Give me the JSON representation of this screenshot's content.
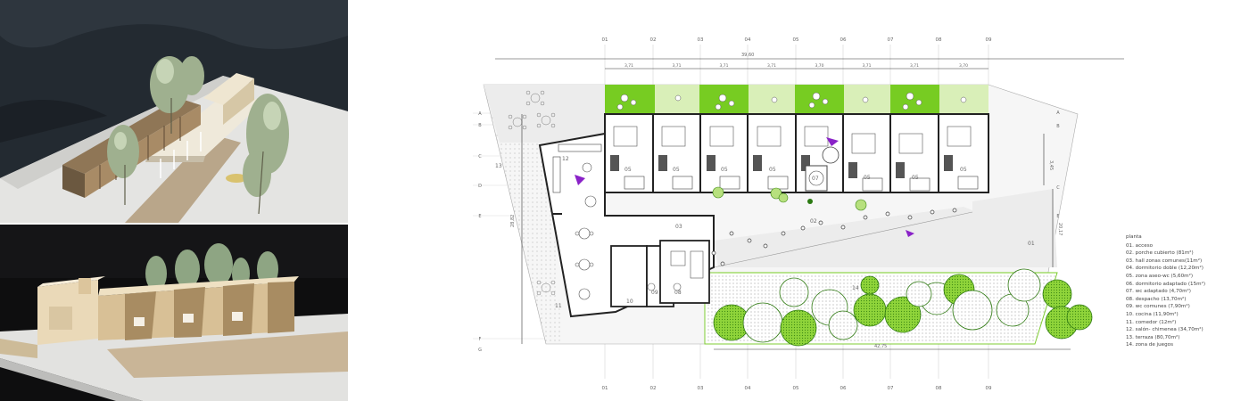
{
  "plan": {
    "grid_top": [
      "01",
      "02",
      "03",
      "04",
      "05",
      "06",
      "07",
      "08",
      "09"
    ],
    "grid_bottom": [
      "01",
      "02",
      "03",
      "04",
      "05",
      "06",
      "07",
      "08",
      "09"
    ],
    "left_letters": [
      "A",
      "B",
      "C",
      "D",
      "E",
      "F",
      "G"
    ],
    "right_letters": [
      "A",
      "B",
      "C",
      "E"
    ],
    "overall_width": "39,60",
    "bay_widths": [
      "3,71",
      "3,71",
      "3,71",
      "3,71",
      "3,70",
      "3,71",
      "3,71",
      "3,70"
    ],
    "bottom_dim": "42,75",
    "right_dim_upper": "3,45",
    "right_dim_lower": "20,17",
    "left_dim": "28,82",
    "room_labels": {
      "unit": "05",
      "wc": "07",
      "covered_porch": "02",
      "hall": "03",
      "play": "14",
      "terrace": "13",
      "lounge": "12",
      "dining": "11",
      "kitchen": "10",
      "wc_common": "09",
      "office": "08",
      "access": "01"
    }
  },
  "legend": {
    "title": "planta",
    "items": [
      "01. acceso",
      "02. porche cubierto (81m²)",
      "03. hall zonas comunes(11m²)",
      "04. dormitorio doble (12,20m²)",
      "05. zona aseo-wc (5,60m²)",
      "06. dormitorio adaptado (15m²)",
      "07. wc adaptado (4,70m²)",
      "08. despacho (13,70m²)",
      "09. wc comunes (7,90m²)",
      "10. cocina (11,90m²)",
      "11. comedor (12m²)",
      "12. salón- chimenea (34,70m²)",
      "13. terraza (80,70m²)",
      "14. zona de juegos"
    ]
  },
  "colors": {
    "green": "#77cc22",
    "light_green": "#d9efb8",
    "grey_fill": "#ececec",
    "wall": "#222222",
    "purple": "#8a22c8"
  }
}
